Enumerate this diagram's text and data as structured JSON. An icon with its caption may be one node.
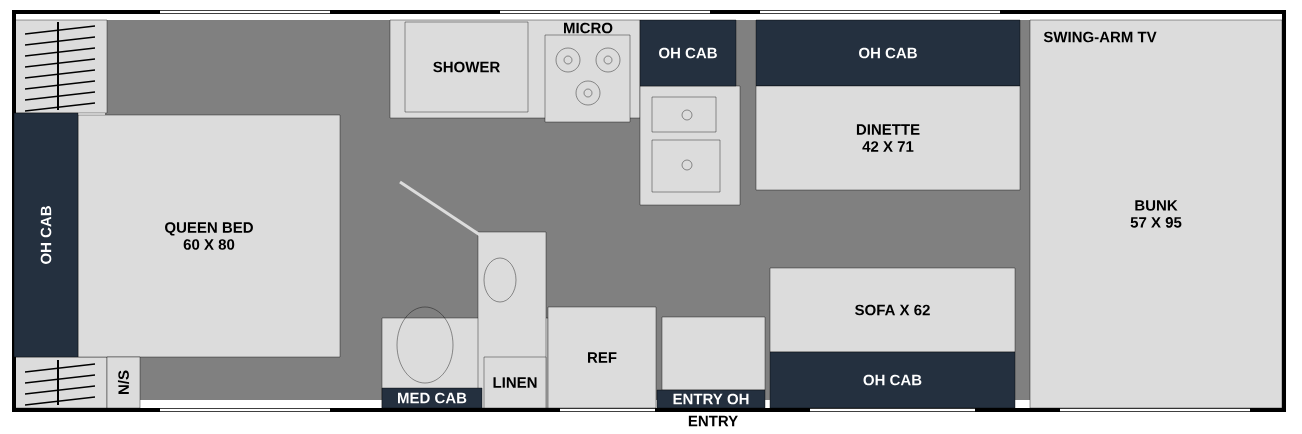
{
  "diagram": {
    "nodes": [
      {
        "text": [
          "QUEEN BED",
          "60 X 80"
        ]
      },
      {
        "text": [
          "OH CAB"
        ]
      },
      {
        "text": [
          "SHOWER"
        ]
      },
      {
        "text": [
          "OH CAB"
        ]
      },
      {
        "text": [
          "OH CAB"
        ]
      },
      {
        "text": [
          "DINETTE",
          "42 X 71"
        ]
      },
      {
        "text": [
          "BUNK",
          "57 X 95"
        ]
      },
      {
        "text": [
          "SOFA X 62"
        ]
      },
      {
        "text": [
          "OH CAB"
        ]
      },
      {
        "text": [
          "REF"
        ]
      },
      {
        "text": [
          "LINEN"
        ]
      },
      {
        "text": [
          "MED CAB"
        ]
      },
      {
        "text": [
          "ENTRY OH"
        ]
      },
      {
        "text": [
          "N/S"
        ]
      }
    ],
    "edges": [],
    "labels": [
      "MICRO",
      "SWING-ARM TV",
      "ENTRY"
    ]
  }
}
